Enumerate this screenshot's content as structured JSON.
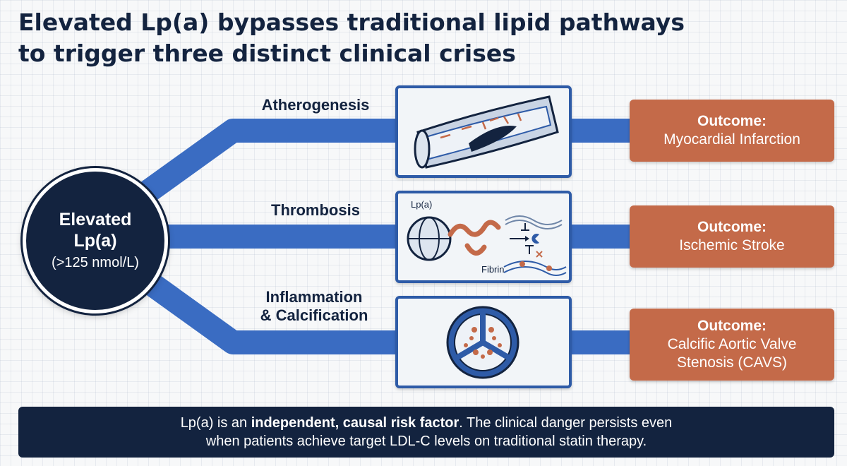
{
  "title": {
    "line1": "Elevated Lp(a) bypasses traditional lipid pathways",
    "line2": "to trigger three distinct clinical crises"
  },
  "hub": {
    "line1": "Elevated",
    "line2": "Lp(a)",
    "threshold": "(>125 nmol/L)"
  },
  "pathways": [
    {
      "label": "Atherogenesis",
      "icon": "artery-plaque-icon",
      "outcome_head": "Outcome:",
      "outcome_lines": [
        "Myocardial Infarction"
      ]
    },
    {
      "label": "Thrombosis",
      "icon": "lpa-fibrin-icon",
      "panel_labels": [
        "Lp(a)",
        "Fibrin"
      ],
      "outcome_head": "Outcome:",
      "outcome_lines": [
        "Ischemic Stroke"
      ]
    },
    {
      "label_lines": [
        "Inflammation",
        "& Calcification"
      ],
      "icon": "aortic-valve-icon",
      "outcome_head": "Outcome:",
      "outcome_lines": [
        "Calcific Aortic Valve",
        "Stenosis (CAVS)"
      ]
    }
  ],
  "footer": {
    "line1_start": "Lp(a) is an ",
    "line1_bold": "independent, causal risk factor",
    "line1_end": ". The clinical danger persists even",
    "line2": "when patients achieve target LDL-C levels on traditional statin therapy."
  },
  "colors": {
    "navy": "#13233f",
    "pathway_blue": "#3a6cc2",
    "panel_border": "#2e5ba7",
    "outcome_orange": "#c46a49"
  }
}
